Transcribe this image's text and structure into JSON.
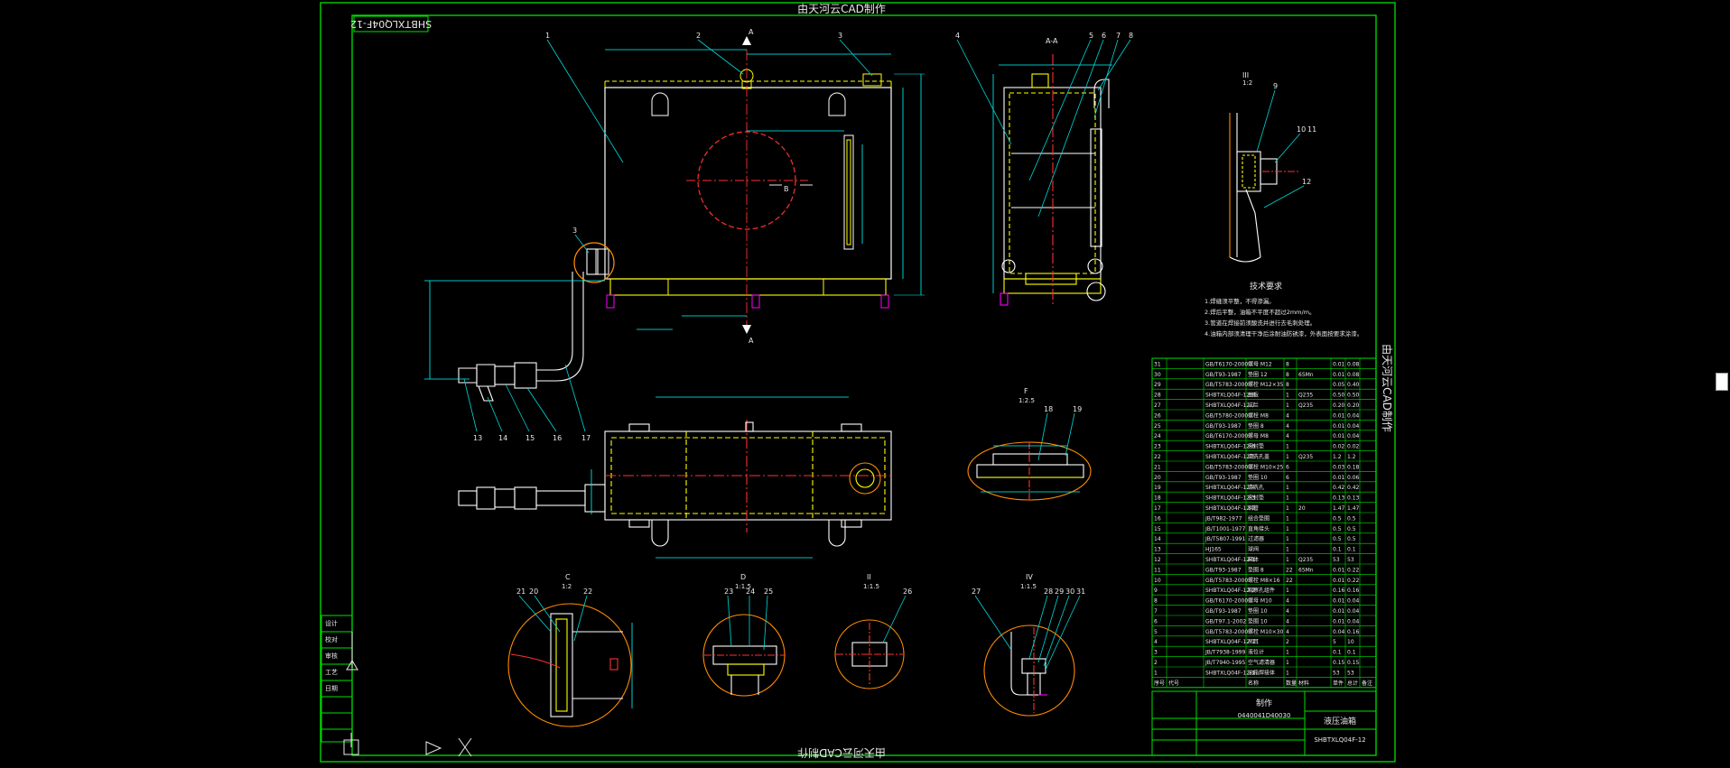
{
  "colors": {
    "border": "#00e000",
    "part": "#ffffff",
    "hidden": "#ffff00",
    "center": "#ff3030",
    "dimension": "#00ffff",
    "leader": "#00d8d8",
    "detail_circle": "#ff8c00",
    "magenta": "#ff00ff",
    "text": "#e8e8e8"
  },
  "watermark": {
    "top": "由天河云CAD制作",
    "bottom": "由天河云CAD制作",
    "side": "由天河云CAD制作",
    "corner_stamp": "SHBTXLQ04F-12"
  },
  "balloons": {
    "front": [
      "1",
      "2",
      "3",
      "3"
    ],
    "side": [
      "4",
      "5",
      "6",
      "7",
      "8",
      "9",
      "10",
      "11",
      "12"
    ],
    "pipe": [
      "13",
      "14",
      "15",
      "16",
      "17"
    ],
    "plan_detail": [
      "18",
      "19"
    ],
    "bottom_details": [
      "21",
      "20",
      "22",
      "23",
      "24",
      "25",
      "26",
      "27",
      "28",
      "29",
      "30",
      "31"
    ]
  },
  "section_labels": {
    "aa": "A-A",
    "a_top": "A",
    "a_bottom": "A",
    "b_label": "B",
    "view_iii": "III",
    "view_iii_scale": "1:2",
    "view_f": "F",
    "view_f_scale": "1:2.5",
    "view_c": "C",
    "view_c_scale": "1:2",
    "view_d": "D",
    "view_d_scale": "1:1.5",
    "view_ii": "II",
    "view_ii_scale": "1:1.5",
    "view_iv": "IV",
    "view_iv_scale": "1:1.5"
  },
  "notes": {
    "title": "技术要求",
    "lines": [
      "1.焊缝须平整，不得渗漏。",
      "2.焊后平整，油箱不平度不超过2mm/m。",
      "3.管道在焊接前须酸洗并进行去毛刺处理。",
      "4.油箱内部须清理干净后涂耐油防锈漆，外表面按要求涂漆。"
    ]
  },
  "bom": {
    "rows": [
      [
        "31",
        "",
        "GB/T6170-2000",
        "螺母 M12",
        "8",
        "",
        "0.01",
        "0.08",
        ""
      ],
      [
        "30",
        "",
        "GB/T93-1987",
        "垫圈 12",
        "8",
        "65Mn",
        "0.01",
        "0.08",
        ""
      ],
      [
        "29",
        "",
        "GB/T5783-2000",
        "螺栓 M12×35",
        "8",
        "",
        "0.05",
        "0.40",
        ""
      ],
      [
        "28",
        "",
        "SHBTXLQ04F-12-8",
        "盖板",
        "1",
        "Q235",
        "0.50",
        "0.50",
        ""
      ],
      [
        "27",
        "",
        "SHBTXLQ04F-12-7",
        "法兰",
        "1",
        "Q235",
        "0.20",
        "0.20",
        ""
      ],
      [
        "26",
        "",
        "GB/T5780-2000",
        "螺栓 M8",
        "4",
        "",
        "0.01",
        "0.04",
        ""
      ],
      [
        "25",
        "",
        "GB/T93-1987",
        "垫圈 8",
        "4",
        "",
        "0.01",
        "0.04",
        ""
      ],
      [
        "24",
        "",
        "GB/T6170-2000",
        "螺母 M8",
        "4",
        "",
        "0.01",
        "0.04",
        ""
      ],
      [
        "23",
        "",
        "SHBTXLQ04F-12-6",
        "密封垫",
        "1",
        "",
        "0.02",
        "0.02",
        ""
      ],
      [
        "22",
        "",
        "SHBTXLQ04F-12-5",
        "清洗孔盖",
        "1",
        "Q235",
        "1.2",
        "1.2",
        ""
      ],
      [
        "21",
        "",
        "GB/T5783-2000",
        "螺栓 M10×25",
        "6",
        "",
        "0.03",
        "0.18",
        ""
      ],
      [
        "20",
        "",
        "GB/T93-1987",
        "垫圈 10",
        "6",
        "",
        "0.01",
        "0.06",
        ""
      ],
      [
        "19",
        "",
        "SHBTXLQ04F-12-4",
        "清洗孔",
        "1",
        "",
        "0.42",
        "0.42",
        ""
      ],
      [
        "18",
        "",
        "SHBTXLQ04F-12-3",
        "密封垫",
        "1",
        "",
        "0.13",
        "0.13",
        ""
      ],
      [
        "17",
        "",
        "SHBTXLQ04F-12-2",
        "钢管",
        "1",
        "20",
        "1.47",
        "1.47",
        ""
      ],
      [
        "16",
        "",
        "JB/T982-1977",
        "组合垫圈",
        "1",
        "",
        "0.5",
        "0.5",
        ""
      ],
      [
        "15",
        "",
        "JB/T1001-1977",
        "直角接头",
        "1",
        "",
        "0.5",
        "0.5",
        ""
      ],
      [
        "14",
        "",
        "JB/T5807-1991",
        "过滤器",
        "1",
        "",
        "0.5",
        "0.5",
        ""
      ],
      [
        "13",
        "",
        "HJ165",
        "球阀",
        "1",
        "",
        "0.1",
        "0.1",
        ""
      ],
      [
        "12",
        "",
        "SHBTXLQ04F-12-1",
        "箱体",
        "1",
        "Q235",
        "53",
        "53",
        ""
      ],
      [
        "11",
        "",
        "GB/T93-1987",
        "垫圈 8",
        "22",
        "65Mn",
        "0.01",
        "0.22",
        ""
      ],
      [
        "10",
        "",
        "GB/T5783-2000",
        "螺栓 M8×16",
        "22",
        "",
        "0.01",
        "0.22",
        ""
      ],
      [
        "9",
        "",
        "SHBTXLQ04F-12-2",
        "观察孔组件",
        "1",
        "",
        "0.16",
        "0.16",
        ""
      ],
      [
        "8",
        "",
        "GB/T6170-2000",
        "螺母 M10",
        "4",
        "",
        "0.01",
        "0.04",
        ""
      ],
      [
        "7",
        "",
        "GB/T93-1987",
        "垫圈 10",
        "4",
        "",
        "0.01",
        "0.04",
        ""
      ],
      [
        "6",
        "",
        "GB/T97.1-2002",
        "垫圈 10",
        "4",
        "",
        "0.01",
        "0.04",
        ""
      ],
      [
        "5",
        "",
        "GB/T5783-2000",
        "螺栓 M10×30",
        "4",
        "",
        "0.04",
        "0.16",
        ""
      ],
      [
        "4",
        "",
        "SHBTXLQ04F-12-1",
        "吊耳",
        "2",
        "",
        "5",
        "10",
        ""
      ],
      [
        "3",
        "",
        "JB/T7938-1999",
        "液位计",
        "1",
        "",
        "0.1",
        "0.1",
        ""
      ],
      [
        "2",
        "",
        "JB/T7940-1995",
        "空气滤清器",
        "1",
        "",
        "0.15",
        "0.15",
        ""
      ],
      [
        "1",
        "",
        "SHBTXLQ04F-12-1",
        "油箱焊接体",
        "1",
        "",
        "53",
        "53",
        ""
      ]
    ],
    "header": [
      "序号",
      "代号",
      "",
      "名称",
      "数量",
      "材料",
      "单件",
      "总计",
      "备注"
    ]
  },
  "title_block": {
    "company": "制作",
    "drawing_no": "SHBTXLQ04F-12",
    "title": "液压油箱",
    "date_code": "0440041D40030"
  },
  "side_table_labels": [
    "设计",
    "校对",
    "审核",
    "工艺",
    "日期"
  ]
}
